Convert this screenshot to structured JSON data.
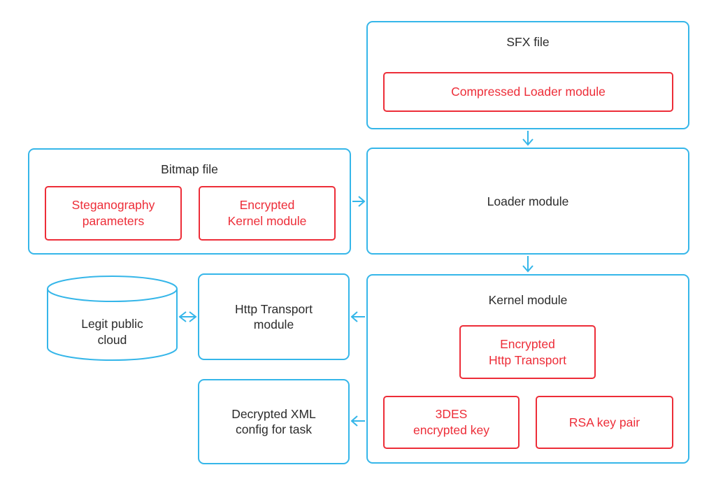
{
  "colors": {
    "cyan": "#35b6e9",
    "red": "#ed2d38",
    "text": "#2b2b2b"
  },
  "diagram": {
    "type": "flowchart",
    "nodes": {
      "sfx": {
        "title": "SFX file",
        "module": "Compressed Loader module"
      },
      "bitmap": {
        "title": "Bitmap file",
        "steg": "Steganography\nparameters",
        "enc_kernel": "Encrypted\nKernel module"
      },
      "loader": {
        "title": "Loader module"
      },
      "kernel": {
        "title": "Kernel module",
        "enc_http": "Encrypted\nHttp Transport",
        "des_key": "3DES\nencrypted key",
        "rsa": "RSA key pair"
      },
      "http_transport": {
        "title": "Http Transport\nmodule"
      },
      "xml_config": {
        "title": "Decrypted XML\nconfig for task"
      },
      "cloud": {
        "title": "Legit public\ncloud"
      }
    },
    "edges": [
      {
        "from": "sfx",
        "to": "loader",
        "direction": "down"
      },
      {
        "from": "bitmap",
        "to": "loader",
        "direction": "right"
      },
      {
        "from": "loader",
        "to": "kernel",
        "direction": "down"
      },
      {
        "from": "kernel",
        "to": "http_transport",
        "direction": "left"
      },
      {
        "from": "http_transport",
        "to": "cloud",
        "direction": "both"
      },
      {
        "from": "kernel",
        "to": "xml_config",
        "direction": "left"
      }
    ]
  }
}
